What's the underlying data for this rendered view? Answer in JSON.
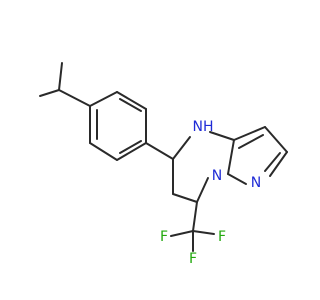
{
  "molecule": {
    "atom_labels": {
      "nh": "NH",
      "n_ring": "N",
      "n_bridge": "N",
      "f_left": "F",
      "f_bottom": "F",
      "f_right": "F"
    },
    "colors": {
      "bond": "#2a2a2a",
      "nitrogen": "#1f2bd6",
      "fluorine": "#22a80d",
      "background": "#ffffff"
    }
  }
}
